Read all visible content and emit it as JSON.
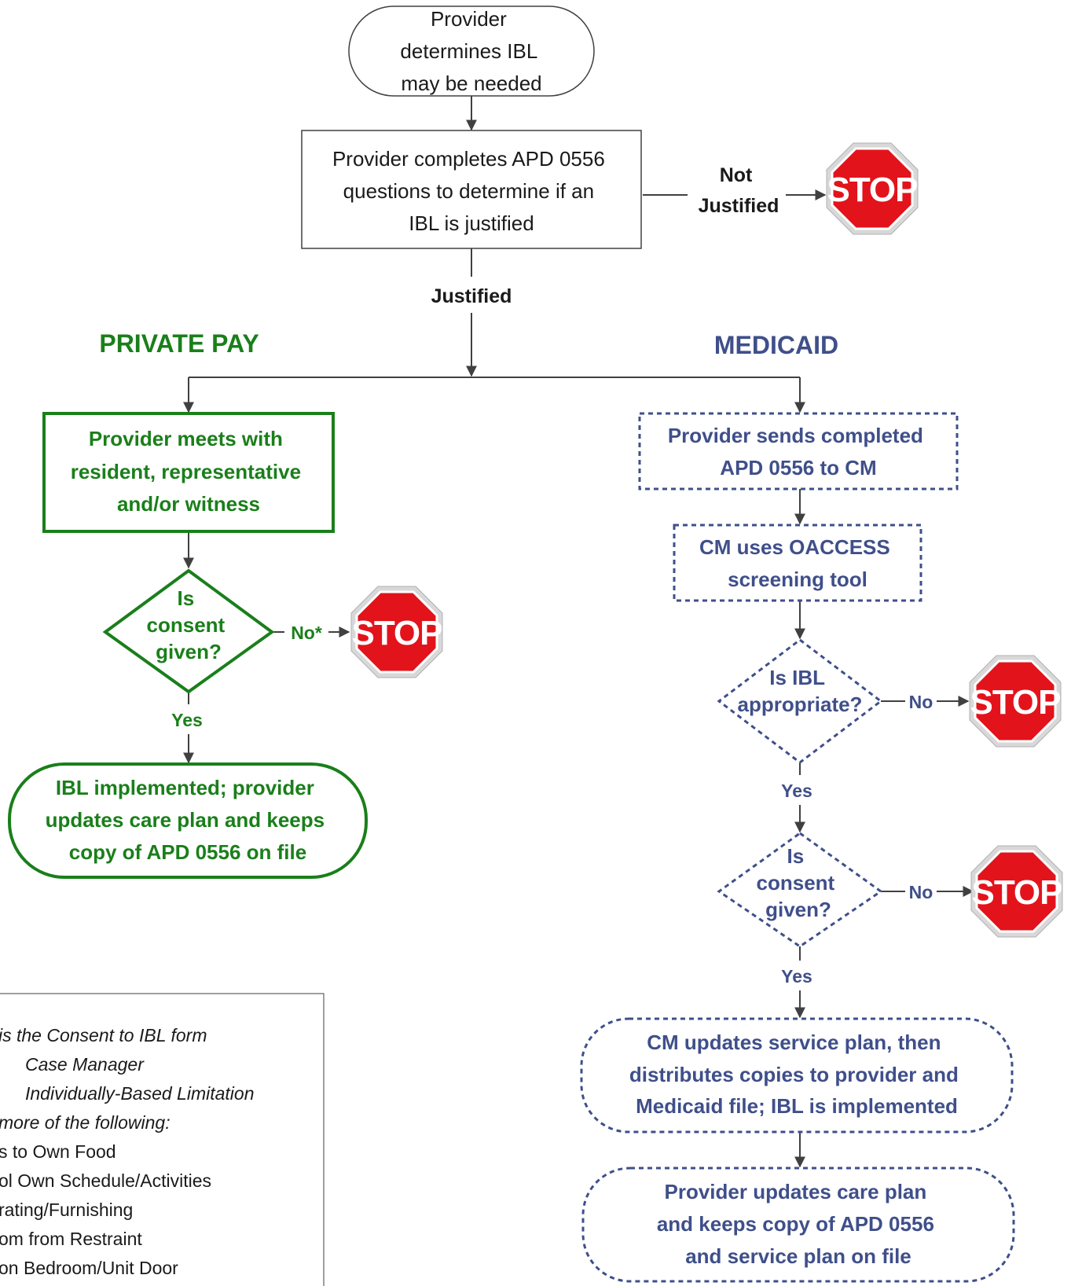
{
  "colors": {
    "private": "#1a7f1a",
    "medicaid": "#3f4f8a",
    "stop": "#e02020",
    "line": "#404040"
  },
  "start": {
    "lines": [
      "Provider",
      "determines IBL",
      "may be needed"
    ]
  },
  "questions_box": {
    "lines": [
      "Provider completes APD 0556",
      "questions to determine if an",
      "IBL is justified"
    ]
  },
  "not_justified": {
    "lines": [
      "Not",
      "Justified"
    ]
  },
  "justified_label": "Justified",
  "stop_text": "STOP",
  "private_pay": {
    "heading": "PRIVATE PAY",
    "meet_box": {
      "lines": [
        "Provider meets with",
        "resident, representative",
        "and/or witness"
      ]
    },
    "consent": {
      "lines": [
        "Is",
        "consent",
        "given?"
      ],
      "no_label": "No*",
      "yes_label": "Yes"
    },
    "implemented": {
      "lines": [
        "IBL implemented; provider",
        "updates care plan and keeps",
        "copy of APD 0556 on file"
      ]
    }
  },
  "medicaid": {
    "heading": "MEDICAID",
    "send_box": {
      "lines": [
        "Provider sends completed",
        "APD 0556 to CM"
      ]
    },
    "oaccess_box": {
      "lines": [
        "CM uses OACCESS",
        "screening tool"
      ]
    },
    "appropriate": {
      "lines": [
        "Is IBL",
        "appropriate?"
      ],
      "no_label": "No",
      "yes_label": "Yes"
    },
    "consent": {
      "lines": [
        "Is",
        "consent",
        "given?"
      ],
      "no_label": "No",
      "yes_label": "Yes"
    },
    "service_plan": {
      "lines": [
        "CM updates service plan, then",
        "distributes copies to provider and",
        "Medicaid file; IBL is implemented"
      ]
    },
    "provider_final": {
      "lines": [
        "Provider updates care plan",
        "and keeps copy of APD 0556",
        "and service plan on file"
      ]
    }
  },
  "legend": {
    "lines": [
      "is the Consent to IBL form",
      "Case Manager",
      "Individually-Based Limitation",
      "more of the following:",
      "s to Own Food",
      "ol Own Schedule/Activities",
      "rating/Furnishing",
      "om from Restraint",
      "on Bedroom/Unit Door"
    ]
  }
}
